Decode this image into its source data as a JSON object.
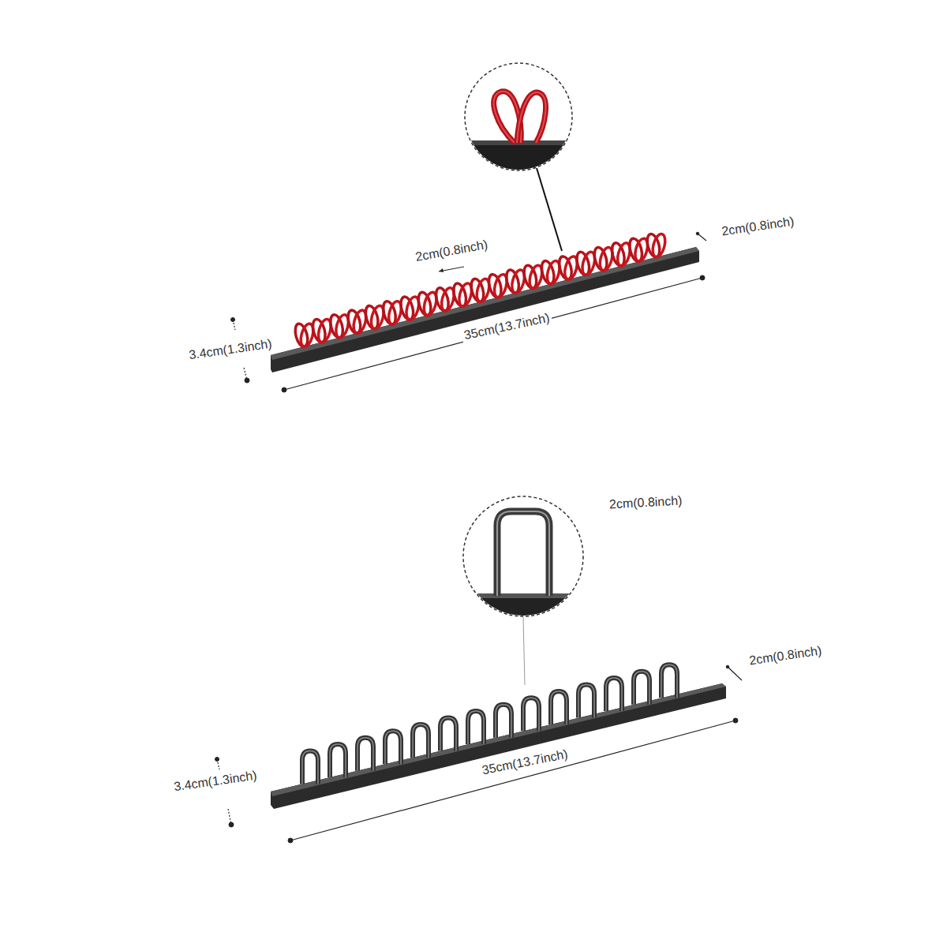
{
  "diagram": {
    "labels": [
      "2cm(0.8inch)",
      "2cm(0.8inch)",
      "3.4cm(1.3inch)",
      "35cm(13.7inch)",
      "2cm(0.8inch)",
      "2cm(0.8inch)",
      "3.4cm(1.3inch)",
      "35cm(13.7inch)"
    ]
  }
}
